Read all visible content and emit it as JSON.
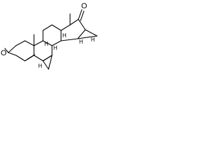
{
  "structure": {
    "atoms": {
      "oxygen_ketone_a": "O",
      "oxygen_ketone_d": "O"
    },
    "stereo_hydrogens": [
      "H",
      "H",
      "H",
      "H",
      "H",
      "H"
    ]
  }
}
